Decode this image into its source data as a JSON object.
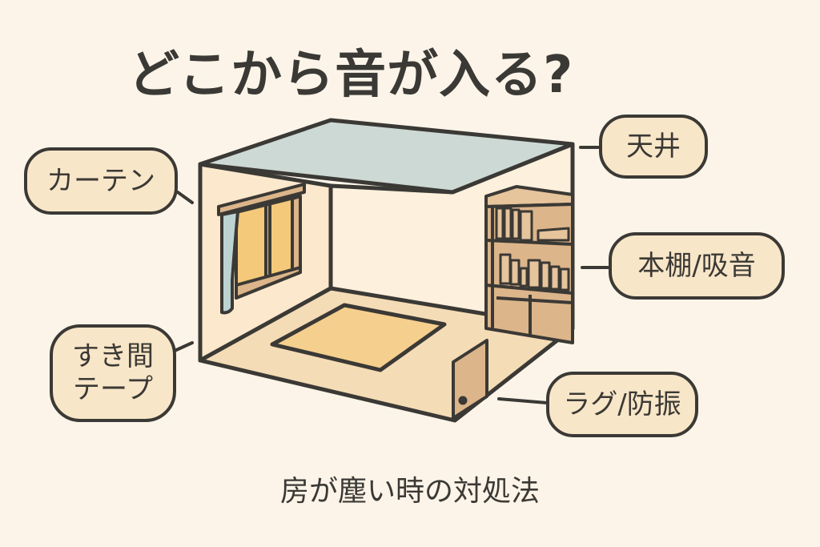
{
  "title": "どこから音が入る?",
  "subtitle": "房が塵い時の対処法",
  "colors": {
    "background": "#fcf4e8",
    "outline": "#3b3935",
    "bubble_fill": "#f8e6c8",
    "ceiling": "#cdd9d4",
    "wall": "#fbe8cd",
    "floor": "#f4dcb6",
    "rug": "#f5cf8e",
    "wood": "#dcb58a",
    "window_glass": "#f4c97a",
    "curtain": "#bcd3d2"
  },
  "labels": {
    "curtain": "カーテン",
    "gap_tape_line1": "すき間",
    "gap_tape_line2": "テープ",
    "ceiling": "天井",
    "bookshelf": "本棚/吸音",
    "rug": "ラグ/防振"
  }
}
